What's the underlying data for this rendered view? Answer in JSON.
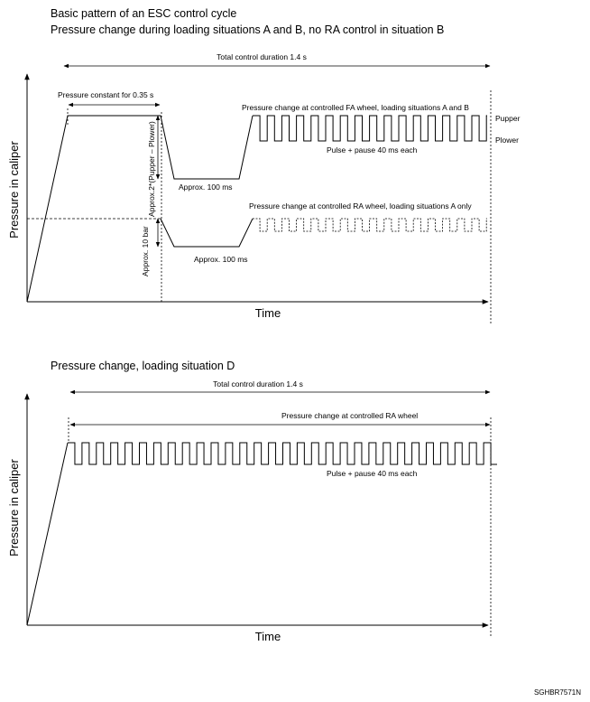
{
  "header": {
    "title": "Basic pattern of an ESC control cycle",
    "subtitle": "Pressure change during loading situations A and B, no RA control in situation B"
  },
  "top_chart": {
    "total_duration_label": "Total control duration 1.4 s",
    "pressure_constant_label": "Pressure constant for 0.35 s",
    "fa_label": "Pressure change at controlled FA wheel, loading situations A and B",
    "pulse_label": "Pulse + pause 40 ms each",
    "approx_fa_label": "Approx. 100 ms",
    "ra_label": "Pressure change at controlled RA wheel, loading situations A only",
    "approx_ra_label": "Approx. 100 ms",
    "approx_2_label": "Approx.2*(Pupper – Plower)",
    "approx_10bar_label": "Approx. 10 bar",
    "p_upper": "Pupper",
    "p_lower": "Plower",
    "y_label": "Pressure in caliper",
    "x_label": "Time"
  },
  "bottom_chart": {
    "title": "Pressure change, loading situation D",
    "total_duration_label": "Total control duration 1.4 s",
    "ra_label": "Pressure change at controlled RA wheel",
    "pulse_label": "Pulse + pause 40 ms each",
    "y_label": "Pressure in caliper",
    "x_label": "Time"
  },
  "figure_code": "SGHBR7571N"
}
